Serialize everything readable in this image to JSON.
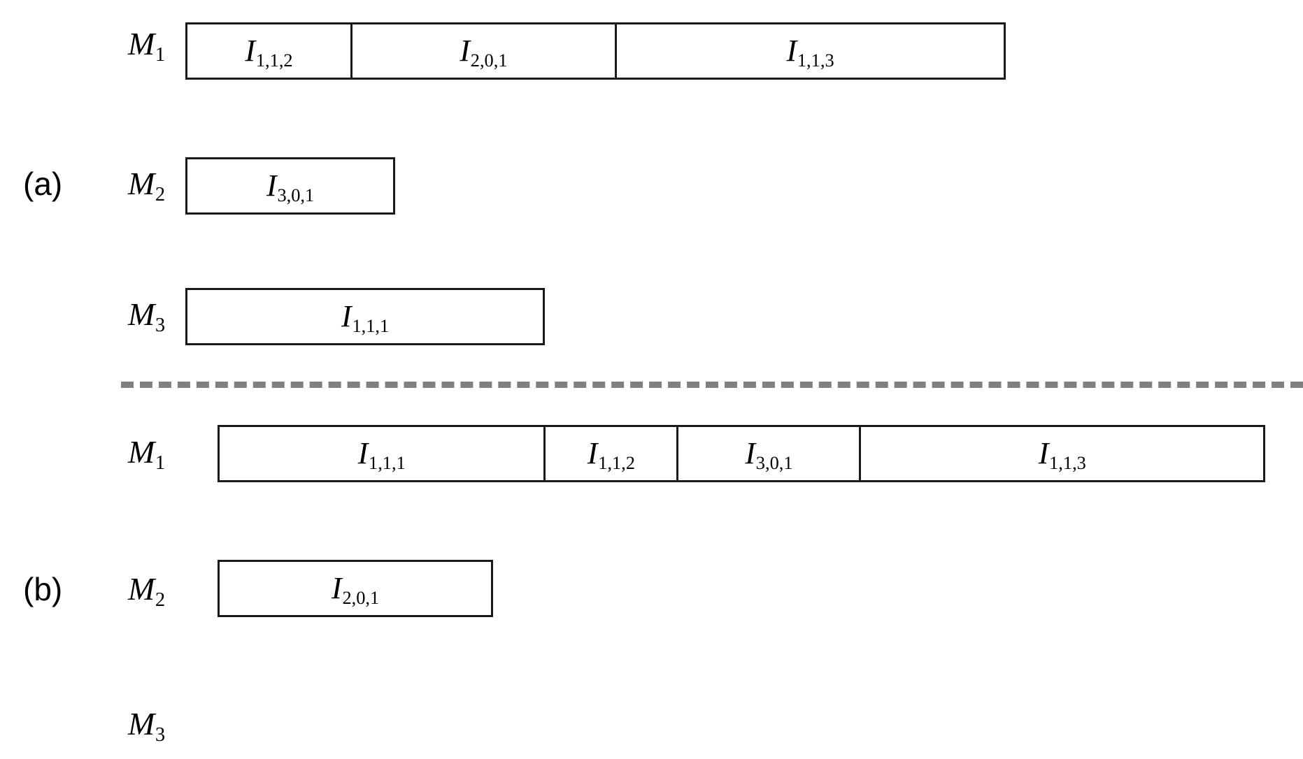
{
  "figure": {
    "type": "gantt-schedule-diagram",
    "background_color": "#ffffff",
    "line_color": "#1a1a1a",
    "separator_color": "#808080",
    "panels": [
      {
        "letter": "(a)",
        "rows": [
          {
            "machine": "M",
            "machine_sub": "1",
            "tasks": [
              {
                "base": "I",
                "sub": "1,1,2"
              },
              {
                "base": "I",
                "sub": "2,0,1"
              },
              {
                "base": "I",
                "sub": "1,1,3"
              }
            ]
          },
          {
            "machine": "M",
            "machine_sub": "2",
            "tasks": [
              {
                "base": "I",
                "sub": "3,0,1"
              }
            ]
          },
          {
            "machine": "M",
            "machine_sub": "3",
            "tasks": [
              {
                "base": "I",
                "sub": "1,1,1"
              }
            ]
          }
        ]
      },
      {
        "letter": "(b)",
        "rows": [
          {
            "machine": "M",
            "machine_sub": "1",
            "tasks": [
              {
                "base": "I",
                "sub": "1,1,1"
              },
              {
                "base": "I",
                "sub": "1,1,2"
              },
              {
                "base": "I",
                "sub": "3,0,1"
              },
              {
                "base": "I",
                "sub": "1,1,3"
              }
            ]
          },
          {
            "machine": "M",
            "machine_sub": "2",
            "tasks": [
              {
                "base": "I",
                "sub": "2,0,1"
              }
            ]
          },
          {
            "machine": "M",
            "machine_sub": "3",
            "tasks": []
          }
        ]
      }
    ]
  }
}
